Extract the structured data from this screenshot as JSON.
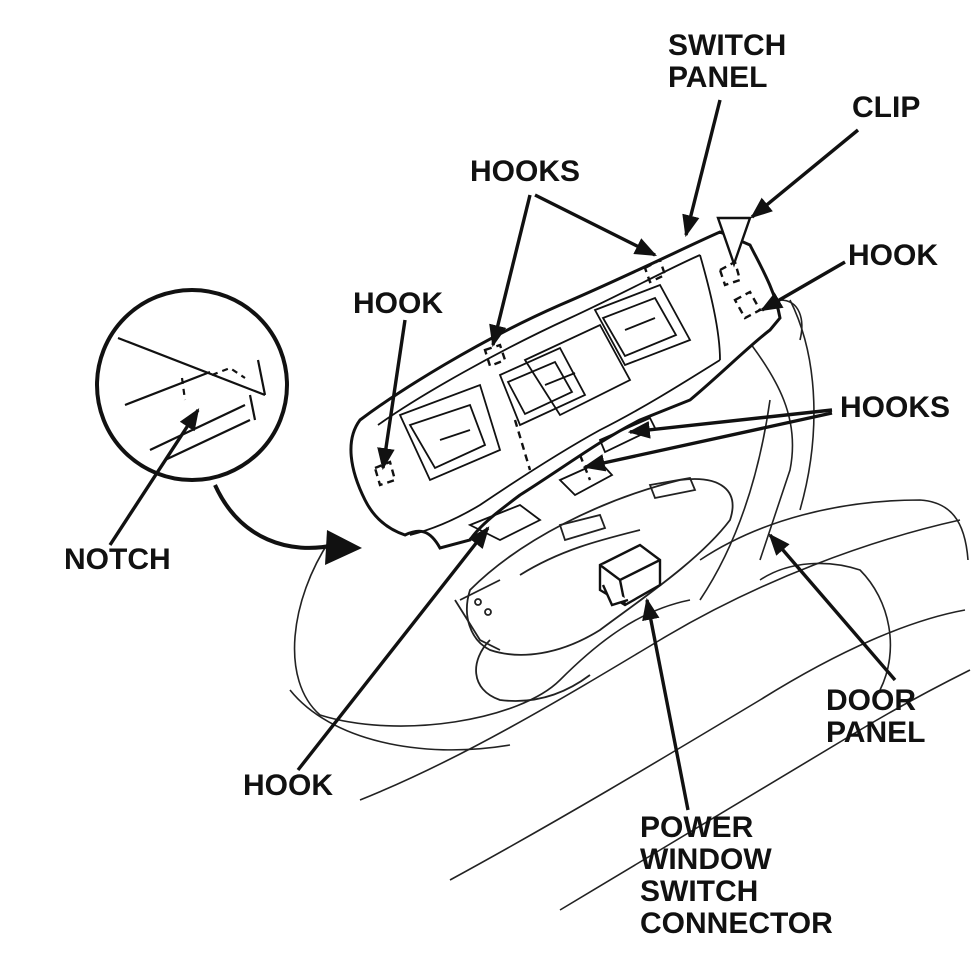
{
  "labels": {
    "switch_panel": [
      "SWITCH",
      "PANEL"
    ],
    "clip": "CLIP",
    "hooks_top": "HOOKS",
    "hook_right": "HOOK",
    "hook_left": "HOOK",
    "hooks_right": "HOOKS",
    "notch": "NOTCH",
    "hook_bottom": "HOOK",
    "door_panel": [
      "DOOR",
      "PANEL"
    ],
    "connector": [
      "POWER",
      "WINDOW",
      "SWITCH",
      "CONNECTOR"
    ]
  },
  "colors": {
    "ink": "#111111",
    "paper": "#ffffff"
  }
}
